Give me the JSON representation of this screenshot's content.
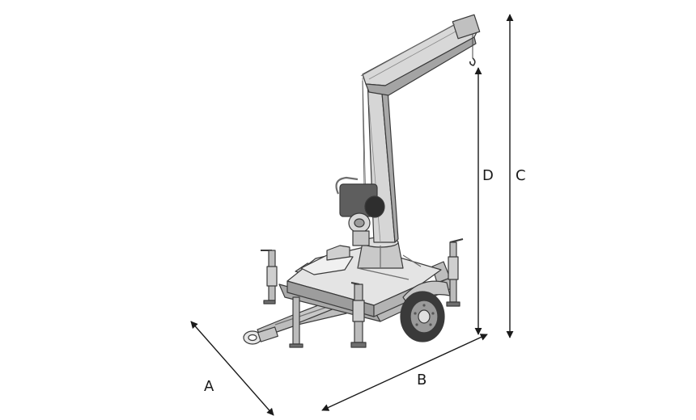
{
  "dimensions": {
    "a": "A",
    "b": "B",
    "c": "C",
    "d": "D"
  },
  "colors": {
    "background": "#ffffff",
    "line": "#1a1a1a",
    "machine_fill": "#d2d2d2",
    "machine_dark": "#6e6e6e",
    "machine_light": "#eeeeee",
    "tire": "#3a3a3a"
  },
  "icons": [
    "trailer-crane-illustration",
    "dimension-arrow"
  ]
}
